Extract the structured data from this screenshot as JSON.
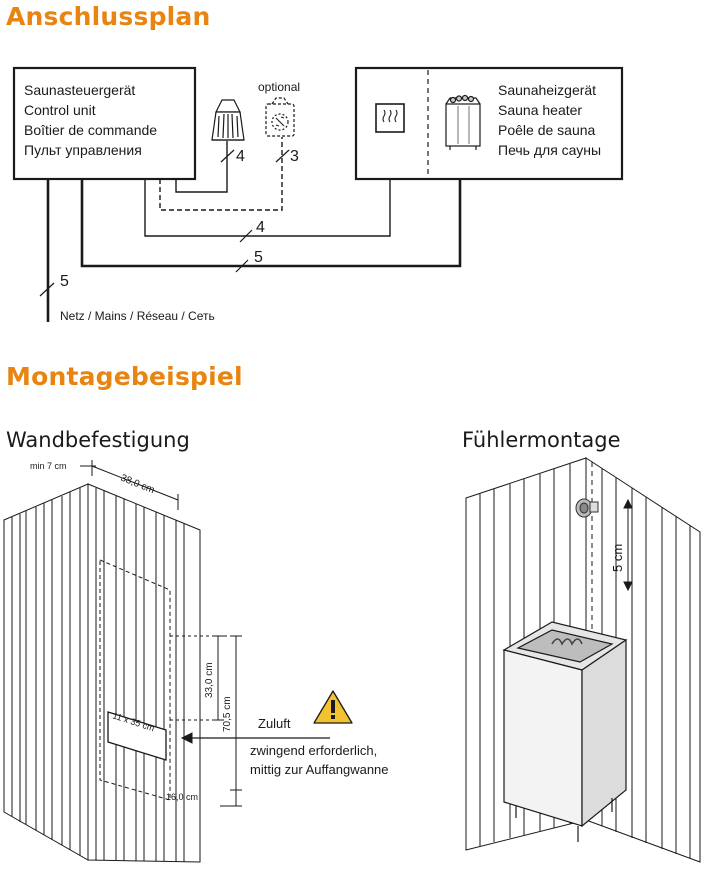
{
  "wiring": {
    "title": "Anschlussplan",
    "control_unit_lines": [
      "Saunasteuergerät",
      "Control unit",
      "Boîtier de commande",
      "Пульт управления"
    ],
    "heater_lines": [
      "Saunaheizgerät",
      "Sauna heater",
      "Poêle de sauna",
      "Печь для сауны"
    ],
    "optional_label": "optional",
    "wire_4_top": "4",
    "wire_3": "3",
    "wire_4_mid": "4",
    "wire_5_mid": "5",
    "wire_5_left": "5",
    "mains_label": "Netz / Mains / Réseau / Сеть"
  },
  "mounting": {
    "title": "Montagebeispiel",
    "wall_title": "Wandbefestigung",
    "sensor_title": "Fühlermontage",
    "dim_min": "min 7 cm",
    "dim_width": "38,0 cm",
    "dim_33": "33,0 cm",
    "dim_70": "70,5 cm",
    "dim_vent": "11 x 35 cm",
    "dim_16": "16,0 cm",
    "dim_5cm": "5 cm",
    "air_label": "Zuluft",
    "air_note_1": "zwingend erforderlich,",
    "air_note_2": "mittig zur Auffangwanne"
  },
  "colors": {
    "accent": "#e8840f",
    "warning": "#f2c230",
    "line": "#1a1a1a"
  }
}
